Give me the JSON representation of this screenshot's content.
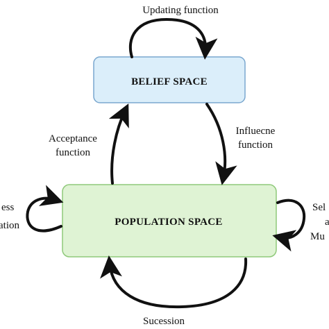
{
  "nodes": {
    "belief": {
      "label": "BELIEF SPACE",
      "fill": "#dbeefa",
      "stroke": "#7aa7cf"
    },
    "population": {
      "label": "POPULATION SPACE",
      "fill": "#dff3d4",
      "stroke": "#8fc97a"
    }
  },
  "edges": {
    "updating": {
      "label_line1": "Updating function"
    },
    "acceptance": {
      "label_line1": "Acceptance",
      "label_line2": "function"
    },
    "influence": {
      "label_line1": "Influecne",
      "label_line2": "function"
    },
    "succession": {
      "label_line1": "Sucession"
    },
    "left_loop": {
      "label_line1": "ess",
      "label_line2": "ation"
    },
    "right_loop": {
      "label_line1": "Sel",
      "label_line2": "a",
      "label_line3": "Mu"
    }
  },
  "colors": {
    "arrow": "#111111"
  }
}
